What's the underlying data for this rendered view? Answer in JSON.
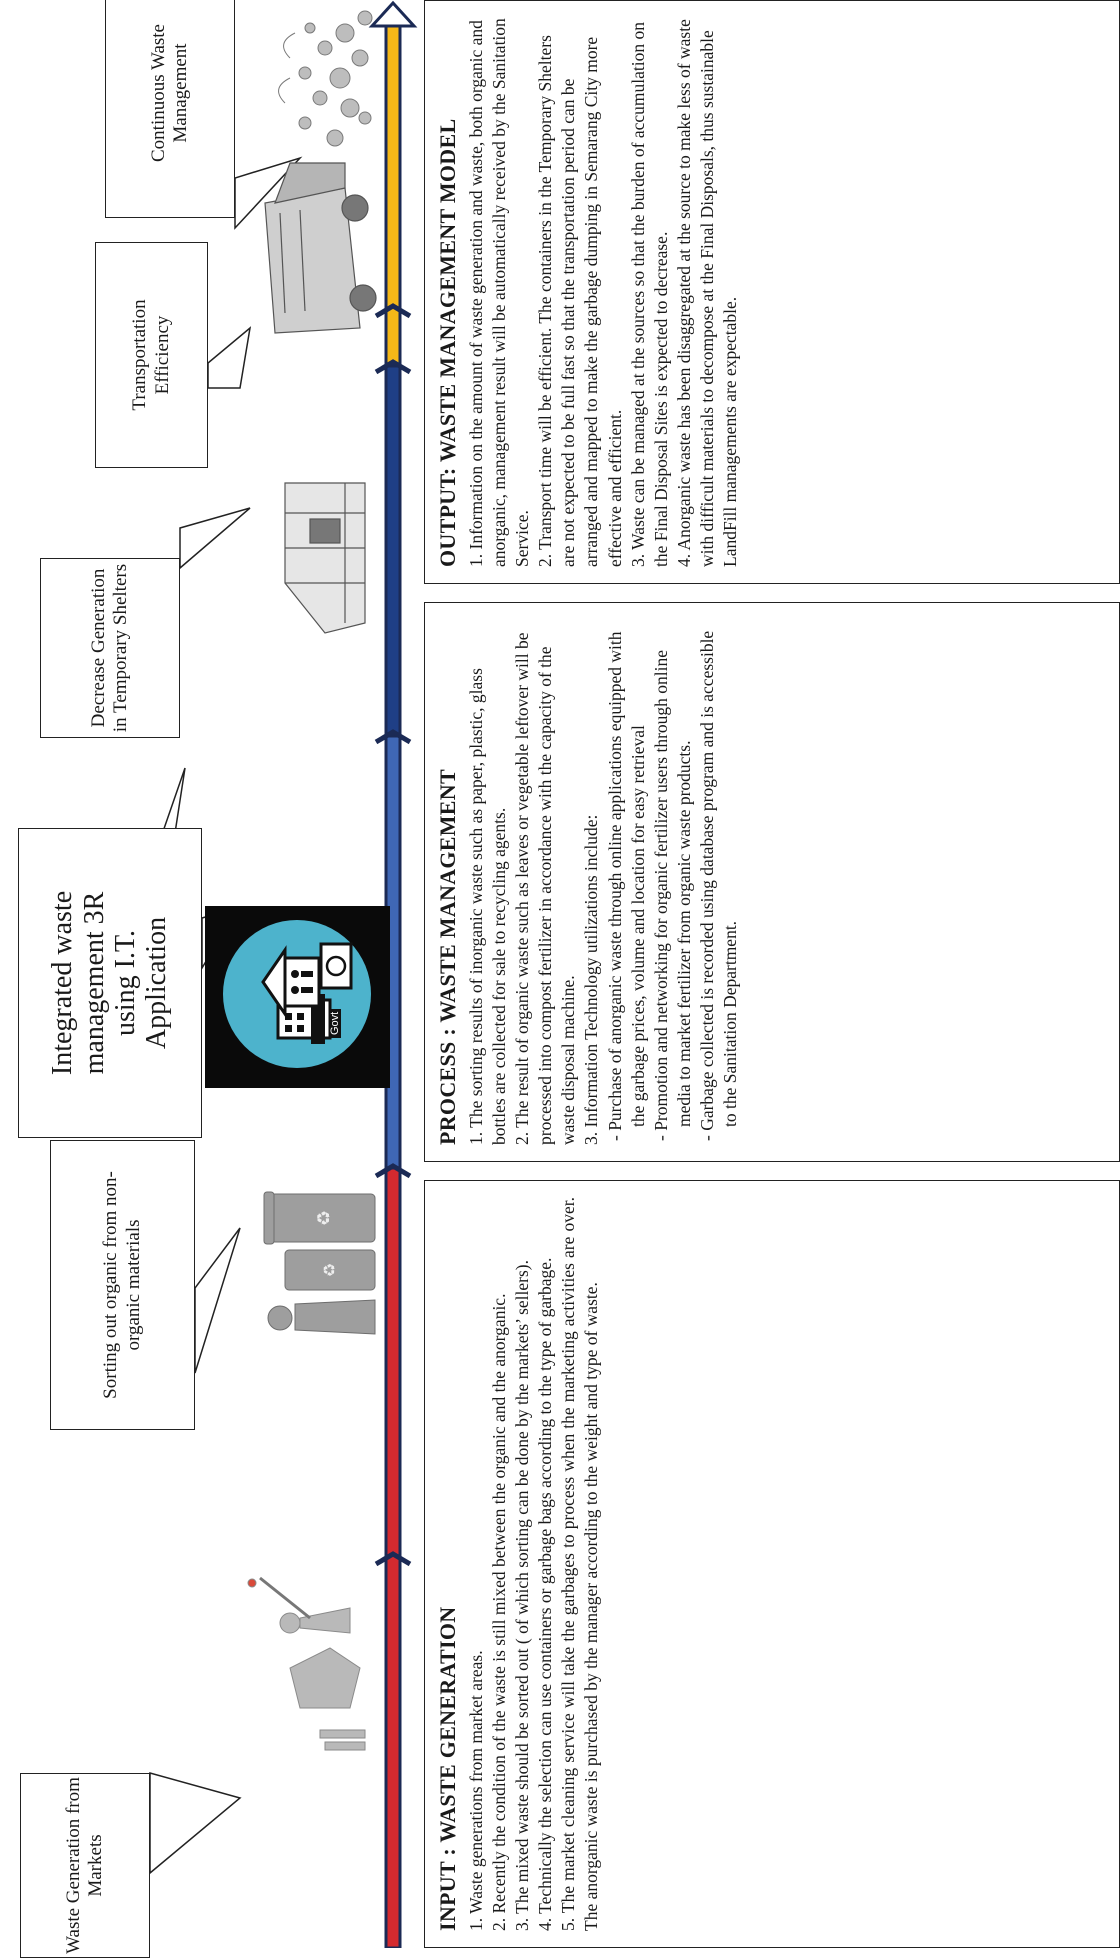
{
  "callouts": {
    "markets": "Waste Generation from Markets",
    "sorting": "Sorting out organic from non-organic materials",
    "integrated": "Integrated waste management 3R using I.T. Application",
    "decrease": "Decrease Generation in Temporary Shelters",
    "transport": "Transportation Efficiency",
    "continuous": "Continuous Waste Management"
  },
  "center_icon": {
    "govt_label": "Govt"
  },
  "input": {
    "title": "INPUT : WASTE GENERATION",
    "items": [
      "1. Waste generations from market areas.",
      "2. Recently the condition of the waste is still mixed between the organic and the anorganic.",
      "3. The mixed waste should be sorted out ( of which sorting can be done by the markets’ sellers).",
      "4. Technically the selection can use containers or garbage bags according to the type of garbage.",
      "5. The market cleaning service will take the garbages to process when the marketing activities are over. The anorganic waste is purchased by the manager according to the weight and type of waste."
    ]
  },
  "process": {
    "title": "PROCESS : WASTE MANAGEMENT",
    "items": [
      "1. The sorting results of inorganic waste such as paper, plastic, glass bottles are collected for sale to recycling agents.",
      "2. The result of organic waste such as leaves or vegetable leftover will be processed into compost fertilizer in accordance with the capacity of the waste disposal machine.",
      "3. Information Technology utilizations include:"
    ],
    "subitems": [
      "- Purchase of anorganic waste through online applications equipped with the garbage prices, volume and location for easy retrieval",
      "- Promotion and networking for organic fertilizer users through online media to market fertilizer from organic waste products.",
      "- Garbage collected is recorded using database program and is accessible to the Sanitation Department."
    ]
  },
  "output": {
    "title": "OUTPUT: WASTE MANAGEMENT MODEL",
    "items": [
      "1. Information on the amount of waste generation and waste, both organic and anorganic, management result will be automatically received by the Sanitation Service.",
      "2. Transport time will be efficient. The containers in the Temporary Shelters are not expected to be full fast so that the transportation period can be arranged and mapped to make the garbage dumping in Semarang City more effective and efficient.",
      "3. Waste can be managed at the sources so that the burden of accumulation on the Final Disposal Sites is expected to decrease.",
      "4. Anorganic waste has been disaggregated at the source to make less of waste with difficult materials to decompose at the Final Disposals, thus sustainable LandFill managements are expectable."
    ]
  },
  "colors": {
    "arrow_red": "#d42a2f",
    "arrow_blue": "#3f67b5",
    "arrow_navy": "#1f3f86",
    "arrow_yellow": "#f5b818",
    "circle": "#4db3cc",
    "icon_black": "#0a0a0a"
  },
  "icons": [
    "person-sweeping-icon",
    "trash-bins-icon",
    "govt-building-icon",
    "temporary-shelter-icon",
    "garbage-truck-icon",
    "waste-pile-icon"
  ]
}
